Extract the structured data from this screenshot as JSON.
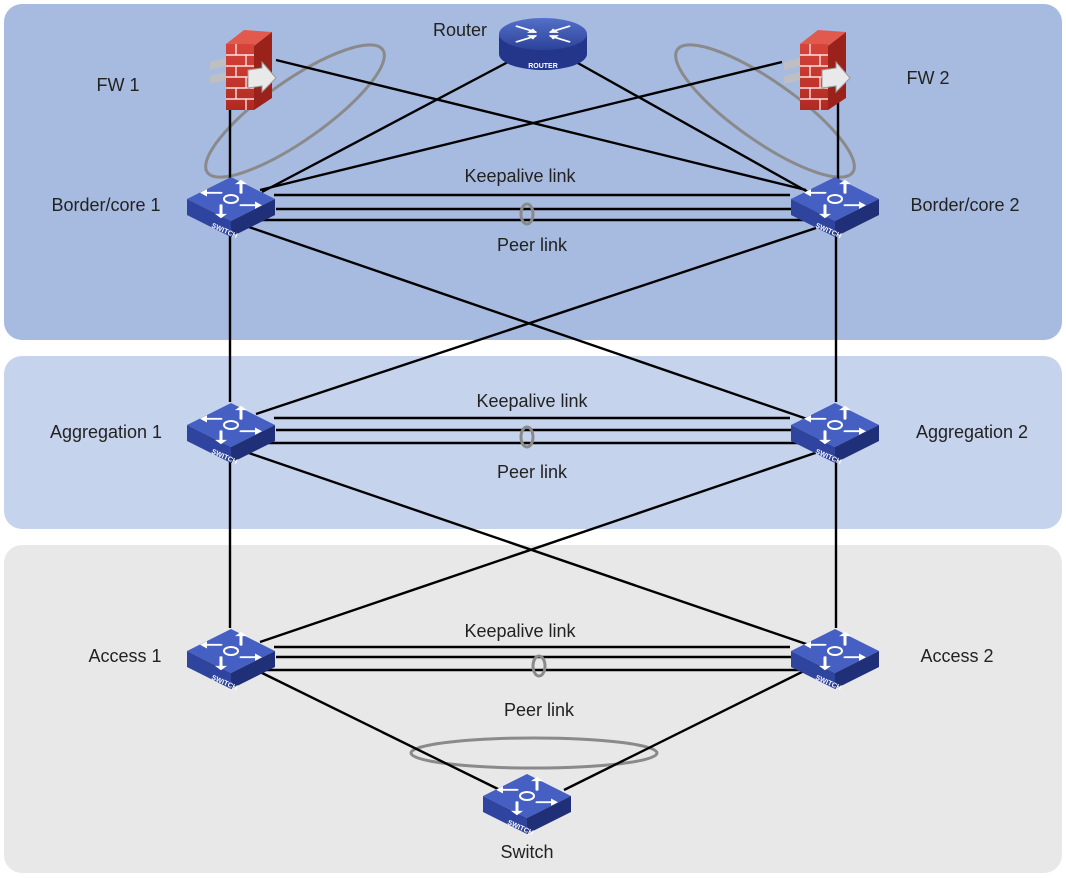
{
  "colors": {
    "core_band": "#a7badf",
    "aggregation_band": "#c6d3ec",
    "access_band": "#e8e8e8",
    "link": "#000000",
    "lag_ellipse": "#8a8a8a",
    "switch_top": "#3f56b8",
    "switch_side": "#27378a",
    "router_body": "#3a55b5",
    "firewall_red": "#c9342c"
  },
  "devices": {
    "router": {
      "label": "Router",
      "caption": "ROUTER",
      "icon": "router-icon"
    },
    "fw1": {
      "label": "FW 1",
      "icon": "firewall-icon"
    },
    "fw2": {
      "label": "FW 2",
      "icon": "firewall-icon"
    },
    "core1": {
      "label": "Border/core 1",
      "caption": "SWITCH",
      "icon": "switch-icon"
    },
    "core2": {
      "label": "Border/core 2",
      "caption": "SWITCH",
      "icon": "switch-icon"
    },
    "agg1": {
      "label": "Aggregation 1",
      "caption": "SWITCH",
      "icon": "switch-icon"
    },
    "agg2": {
      "label": "Aggregation 2",
      "caption": "SWITCH",
      "icon": "switch-icon"
    },
    "acc1": {
      "label": "Access 1",
      "caption": "SWITCH",
      "icon": "switch-icon"
    },
    "acc2": {
      "label": "Access 2",
      "caption": "SWITCH",
      "icon": "switch-icon"
    },
    "sw": {
      "label": "Switch",
      "caption": "SWITCH",
      "icon": "switch-icon"
    }
  },
  "links": {
    "core": {
      "keepalive": "Keepalive link",
      "peer": "Peer link"
    },
    "aggregation": {
      "keepalive": "Keepalive link",
      "peer": "Peer link"
    },
    "access": {
      "keepalive": "Keepalive link",
      "peer": "Peer link"
    }
  }
}
